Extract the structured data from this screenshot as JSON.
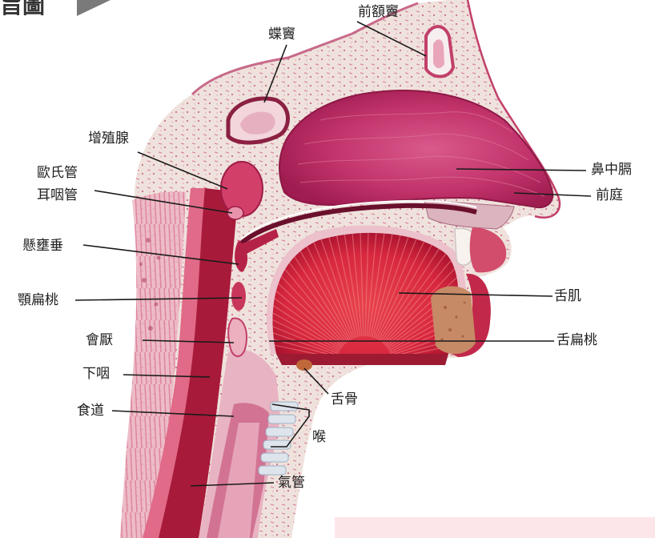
{
  "header": {
    "title_fragment": "旨圖"
  },
  "labels": {
    "frontal_sinus": "前額竇",
    "sphenoid_sinus": "蝶竇",
    "adenoid": "增殖腺",
    "eustachian_tube": "歐氏管",
    "eustachian_tube_alt": "耳咽管",
    "uvula": "懸壅垂",
    "palatine_tonsil": "顎扁桃",
    "epiglottis": "會厭",
    "hypopharynx": "下咽",
    "esophagus": "食道",
    "nasal_septum": "鼻中膈",
    "vestibule": "前庭",
    "tongue_muscle": "舌肌",
    "lingual_tonsil": "舌扁桃",
    "hyoid": "舌骨",
    "larynx": "喉",
    "trachea": "氣管"
  },
  "colors": {
    "tissue": "#efe2dc",
    "nasal": "#c2336b",
    "tongue": "#d8283f",
    "pharynx": "#a81a3a",
    "pharynx_wall": "#e06a88",
    "adenoid": "#d2406a",
    "larynx": "#e8b3c2",
    "trachea": "#d27393",
    "mandible": "#c78a66",
    "hyoid": "#c0683a",
    "accent_arrow": "#7a7a7a",
    "bottom_band": "#fde6ea",
    "leader_line": "#1a1a1a"
  }
}
